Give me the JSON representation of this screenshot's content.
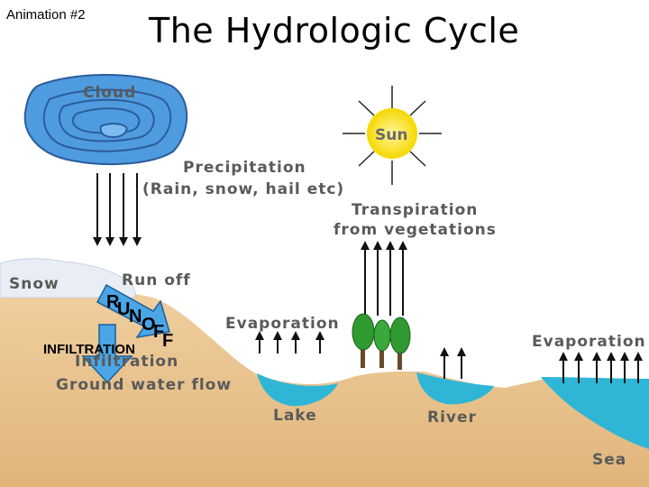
{
  "corner_label": "Animation #2",
  "title": "The Hydrologic Cycle",
  "labels": {
    "cloud": "Cloud",
    "sun": "Sun",
    "precipitation_line1": "Precipitation",
    "precipitation_line2": "(Rain, snow, hail etc)",
    "transpiration_line1": "Transpiration",
    "transpiration_line2": "from vegetations",
    "snow": "Snow",
    "run_off": "Run off",
    "evaporation_left": "Evaporation",
    "evaporation_right": "Evaporation",
    "infiltration_small": "Infiltration",
    "ground_water_flow": "Ground water flow",
    "lake": "Lake",
    "river": "River",
    "sea": "Sea"
  },
  "overlay": {
    "runoff_letters": [
      "R",
      "U",
      "N",
      "O",
      "F",
      "F"
    ],
    "infiltration": "INFILTRATION"
  },
  "colors": {
    "ground": "#e8c48e",
    "water": "#2fb6d6",
    "cloud": "#4f9be0",
    "sun": "#f7e21c",
    "overlay_arrow": "#4aa6e6"
  }
}
